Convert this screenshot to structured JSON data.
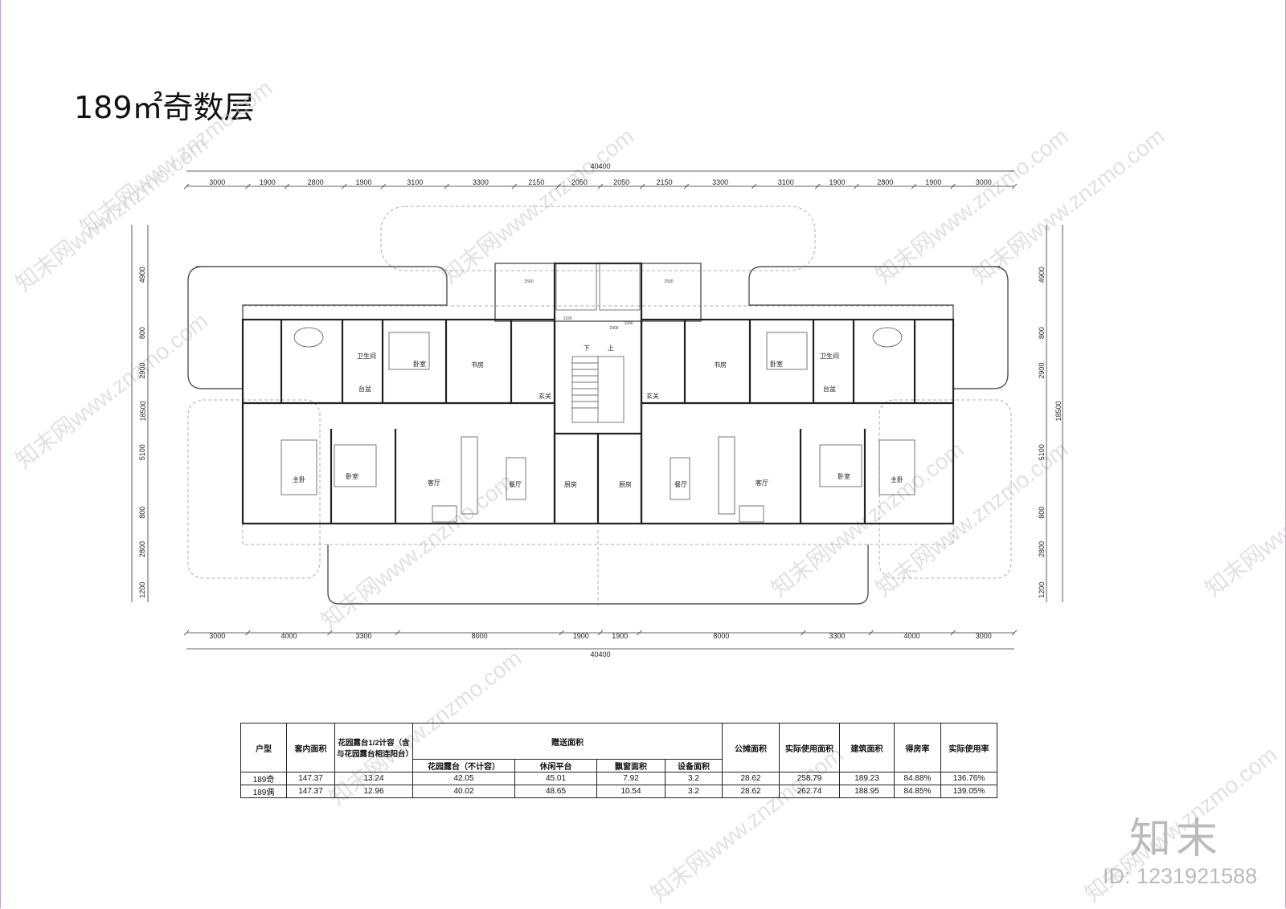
{
  "title": "189㎡奇数层",
  "dimensions": {
    "top_total": "40400",
    "top_segments": [
      "3000",
      "1900",
      "2800",
      "1900",
      "3100",
      "3300",
      "2150",
      "2050",
      "2050",
      "2150",
      "3300",
      "3100",
      "1900",
      "2800",
      "1900",
      "3000"
    ],
    "bottom_total": "40400",
    "bottom_segments": [
      "3000",
      "4000",
      "3300",
      "8000",
      "1900",
      "1900",
      "8000",
      "3300",
      "4000",
      "3000"
    ],
    "left_total": "18500",
    "left_segments": [
      "4900",
      "800",
      "2900",
      "5100",
      "800",
      "2800",
      "1200"
    ],
    "right_total": "18500",
    "right_segments": [
      "4900",
      "800",
      "2900",
      "5100",
      "800",
      "2800",
      "1200"
    ]
  },
  "rooms": {
    "left": {
      "bath": "卫生间",
      "basin": "台盆",
      "bedroom_top": "卧室",
      "study": "书房",
      "entry": "玄关",
      "master": "主卧",
      "bedroom": "卧室",
      "living": "客厅",
      "dining": "餐厅",
      "kitchen": "厨房"
    },
    "right": {
      "bath": "卫生间",
      "basin": "台盆",
      "bedroom_top": "卧室",
      "study": "书房",
      "entry": "玄关",
      "master": "主卧",
      "bedroom": "卧室",
      "living": "客厅",
      "dining": "餐厅",
      "kitchen": "厨房"
    },
    "core": {
      "stair_down": "下",
      "stair_up": "上",
      "small_dims": [
        "2500",
        "2500",
        "1100",
        "2900",
        "1500"
      ]
    }
  },
  "table": {
    "headers": {
      "type": "户型",
      "inner_area": "套内面积",
      "garden": "花园露台1/2计容（含与花园露台相连阳台）",
      "gift": "赠送面积",
      "public": "公摊面积",
      "actual": "实际使用面积",
      "building": "建筑面积",
      "rate": "得房率",
      "actual_rate": "实际使用率"
    },
    "sub_headers": [
      "花园露台（不计容）",
      "休闲平台",
      "飘窗面积",
      "设备面积"
    ],
    "rows": [
      [
        "189奇",
        "147.37",
        "13.24",
        "42.05",
        "45.01",
        "7.92",
        "3.2",
        "28.62",
        "258.79",
        "189.23",
        "84.88%",
        "136.76%"
      ],
      [
        "189偶",
        "147.37",
        "12.96",
        "40.02",
        "48.65",
        "10.54",
        "3.2",
        "28.62",
        "262.74",
        "188.95",
        "84.85%",
        "139.05%"
      ]
    ]
  },
  "logo": "知末",
  "image_id": "ID: 1231921588",
  "watermark": "知末网www.znzmo.com"
}
